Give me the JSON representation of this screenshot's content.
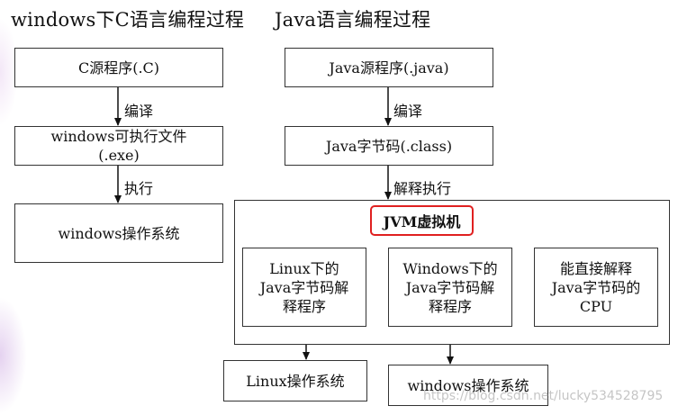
{
  "left_title": "windows下C语言编程过程",
  "right_title": "Java语言编程过程",
  "left": {
    "source_box": "C源程序(.C)",
    "compile_label": "编译",
    "exe_box": "windows可执行文件\n(.exe)",
    "run_label": "执行",
    "os_box": "windows操作系统"
  },
  "right": {
    "source_box": "Java源程序(.java)",
    "compile_label": "编译",
    "bytecode_box": "Java字节码(.class)",
    "interpret_label": "解释执行",
    "jvm_label": "JVM虚拟机",
    "linux_interp_box": "Linux下的\nJava字节码解\n释程序",
    "windows_interp_box": "Windows下的\nJava字节码解\n释程序",
    "cpu_box": "能直接解释\nJava字节码的\nCPU",
    "linux_os_box": "Linux操作系统",
    "windows_os_box": "windows操作系统"
  },
  "watermark": "https://blog.csdn.net/lucky534528795"
}
